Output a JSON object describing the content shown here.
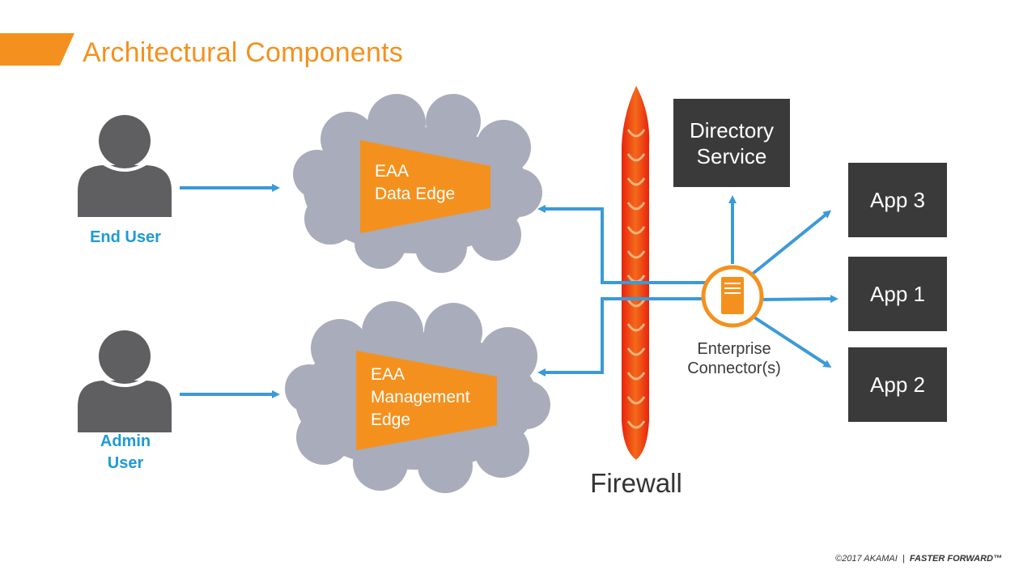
{
  "slide": {
    "title": "Architectural Components",
    "accent_color": "#f4911e",
    "link_color": "#3b9ad9"
  },
  "users": {
    "end_user": "End User",
    "admin_user_line1": "Admin",
    "admin_user_line2": "User",
    "icon": "person-silhouette-icon"
  },
  "edges": {
    "data_edge_line1": "EAA",
    "data_edge_line2": "Data Edge",
    "mgmt_edge_line1": "EAA",
    "mgmt_edge_line2": "Management",
    "mgmt_edge_line3": "Edge",
    "cloud_icon": "cloud-icon"
  },
  "firewall": {
    "label": "Firewall",
    "icon": "flame-wall-icon"
  },
  "directory": {
    "line1": "Directory",
    "line2": "Service"
  },
  "connector": {
    "line1": "Enterprise",
    "line2": "Connector(s)",
    "icon": "server-icon"
  },
  "apps": {
    "app3": "App 3",
    "app1": "App 1",
    "app2": "App 2"
  },
  "footer": {
    "copyright": "©2017 AKAMAI",
    "separator": "|",
    "tagline": "FASTER FORWARD™"
  }
}
